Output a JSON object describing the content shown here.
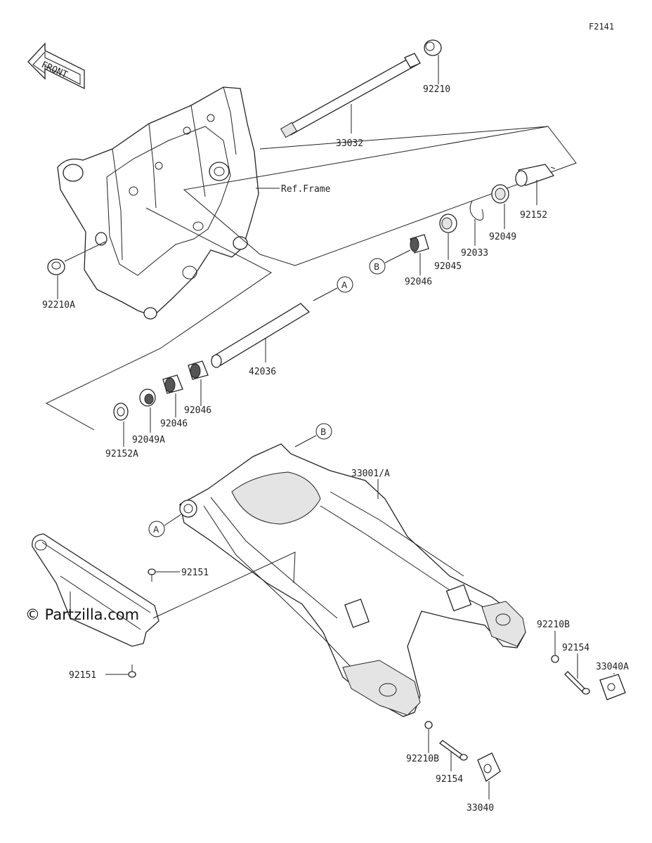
{
  "figure_id": "F2141",
  "front_label": "FRONT",
  "ref_frame": "Ref.Frame",
  "callouts": {
    "a": "A",
    "b": "B"
  },
  "watermark": "© Partzilla.com",
  "parts": {
    "p92210": "92210",
    "p33032": "33032",
    "p92152": "92152",
    "p92049": "92049",
    "p92033": "92033",
    "p92045": "92045",
    "p92046_top": "92046",
    "p92210A": "92210A",
    "p42036": "42036",
    "p92046_a": "92046",
    "p92046_b": "92046",
    "p92049A": "92049A",
    "p92152A": "92152A",
    "p33001A": "33001/A",
    "p92151_top": "92151",
    "p92151_bot": "92151",
    "p92210B_r": "92210B",
    "p92154_r": "92154",
    "p33040A": "33040A",
    "p92210B_b": "92210B",
    "p92154_b": "92154",
    "p33040": "33040"
  }
}
